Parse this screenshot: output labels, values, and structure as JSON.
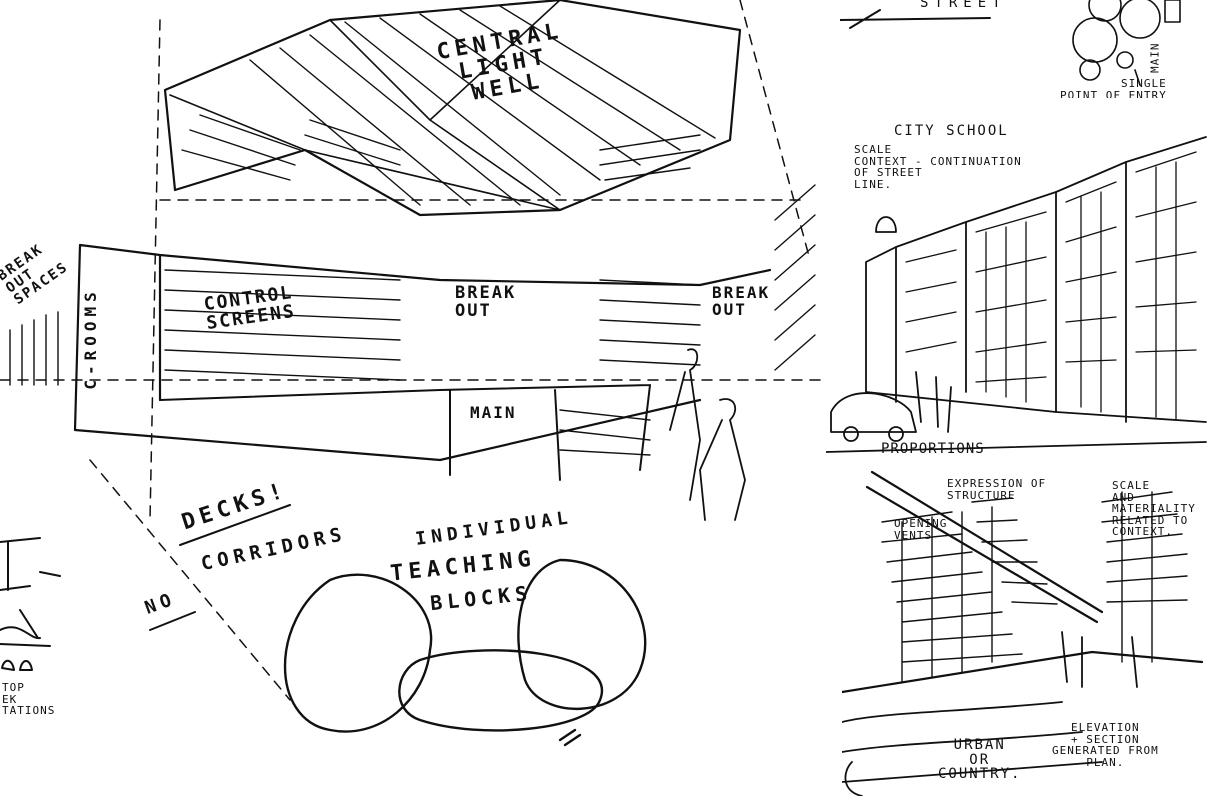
{
  "main_sketch": {
    "labels": {
      "central_light_well": "CENTRAL\nLIGHT\nWELL",
      "break_out_spaces": "BREAK\nOUT\nSPACES",
      "c_rooms": "C-ROOMS",
      "control_screens": "CONTROL\nSCREENS",
      "break_out_1": "BREAK\nOUT",
      "break_out_2": "BREAK\nOUT",
      "main_hall": "MAIN",
      "decks": "DECKS!",
      "no": "NO",
      "corridors": "CORRIDORS",
      "individual": "INDIVIDUAL",
      "teaching": "TEACHING",
      "blocks": "BLOCKS"
    }
  },
  "top_right_plan": {
    "labels": {
      "street": "STREET",
      "main": "MAIN",
      "single_point_of_entry": "SINGLE\nPOINT OF ENTRY"
    }
  },
  "city_school_sketch": {
    "labels": {
      "city_school": "CITY SCHOOL",
      "scale_context": "SCALE\nCONTEXT - CONTINUATION\nOF STREET\nLINE.",
      "proportions": "PROPORTIONS"
    }
  },
  "elevation_sketch": {
    "labels": {
      "expression_of_structure": "EXPRESSION OF\nSTRUCTURE",
      "scale_materiality": "SCALE\nAND\nMATERIALITY\nRELATED TO\nCONTEXT.",
      "opening_vents": "OPENING\nVENTS",
      "urban_or_country": "URBAN\nOR\nCOUNTRY.",
      "elevation_section": "ELEVATION\n+ SECTION\nGENERATED FROM\nPLAN."
    }
  },
  "left_fragment": {
    "labels": {
      "rooftop": "TOP\nEK\nTATIONS"
    }
  }
}
